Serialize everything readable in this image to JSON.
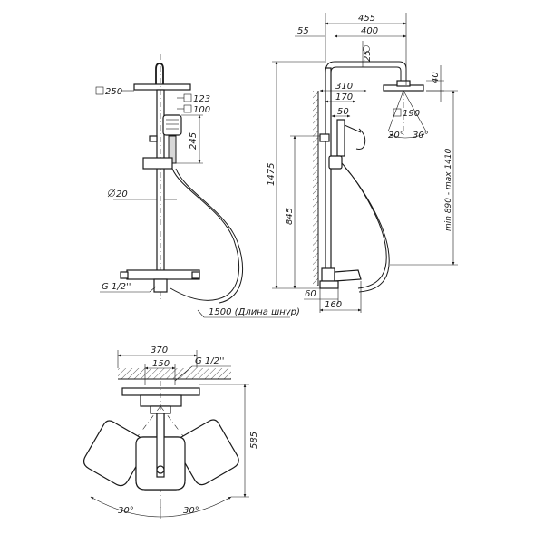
{
  "front": {
    "head_size": "250",
    "handset_width": "123",
    "handset_head": "100",
    "handset_height": "245",
    "pipe_diameter": "20",
    "thread": "G 1/2''",
    "hose": "1500 (Длина шнур)"
  },
  "side": {
    "total_width": "455",
    "arm_length": "400",
    "offset": "55",
    "pipe_diameter": "25",
    "head_thickness": "40",
    "holder_reach": "310",
    "holder_offset": "170",
    "handset_depth": "50",
    "head_square": "190",
    "head_tilt_left": "20°",
    "head_tilt_right": "30°",
    "total_height": "1475",
    "height_range": "min 890 - max 1410",
    "mixer_height": "845",
    "mixer_depth": "60",
    "mixer_reach": "160"
  },
  "top": {
    "width": "370",
    "centers": "150",
    "thread": "G 1/2''",
    "depth": "585",
    "angle_left": "30°",
    "angle_right": "30°"
  }
}
